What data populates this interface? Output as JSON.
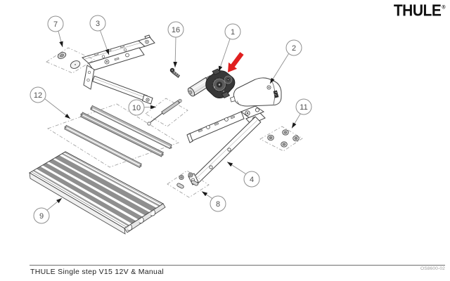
{
  "brand": {
    "logo": "THULE",
    "registered": "®"
  },
  "diagram": {
    "callouts": {
      "c1": {
        "label": "1"
      },
      "c2": {
        "label": "2"
      },
      "c3": {
        "label": "3"
      },
      "c4": {
        "label": "4"
      },
      "c7": {
        "label": "7"
      },
      "c8": {
        "label": "8"
      },
      "c9": {
        "label": "9"
      },
      "c10": {
        "label": "10"
      },
      "c11": {
        "label": "11"
      },
      "c12": {
        "label": "12"
      },
      "c16": {
        "label": "16"
      }
    },
    "highlight_arrow_color": "#e01f1f",
    "line_art_color": "#444444",
    "callout_color": "#8f8f8f"
  },
  "footer": {
    "caption": "THULE Single step V15 12V & Manual",
    "doc_code": "OS8600-02"
  }
}
